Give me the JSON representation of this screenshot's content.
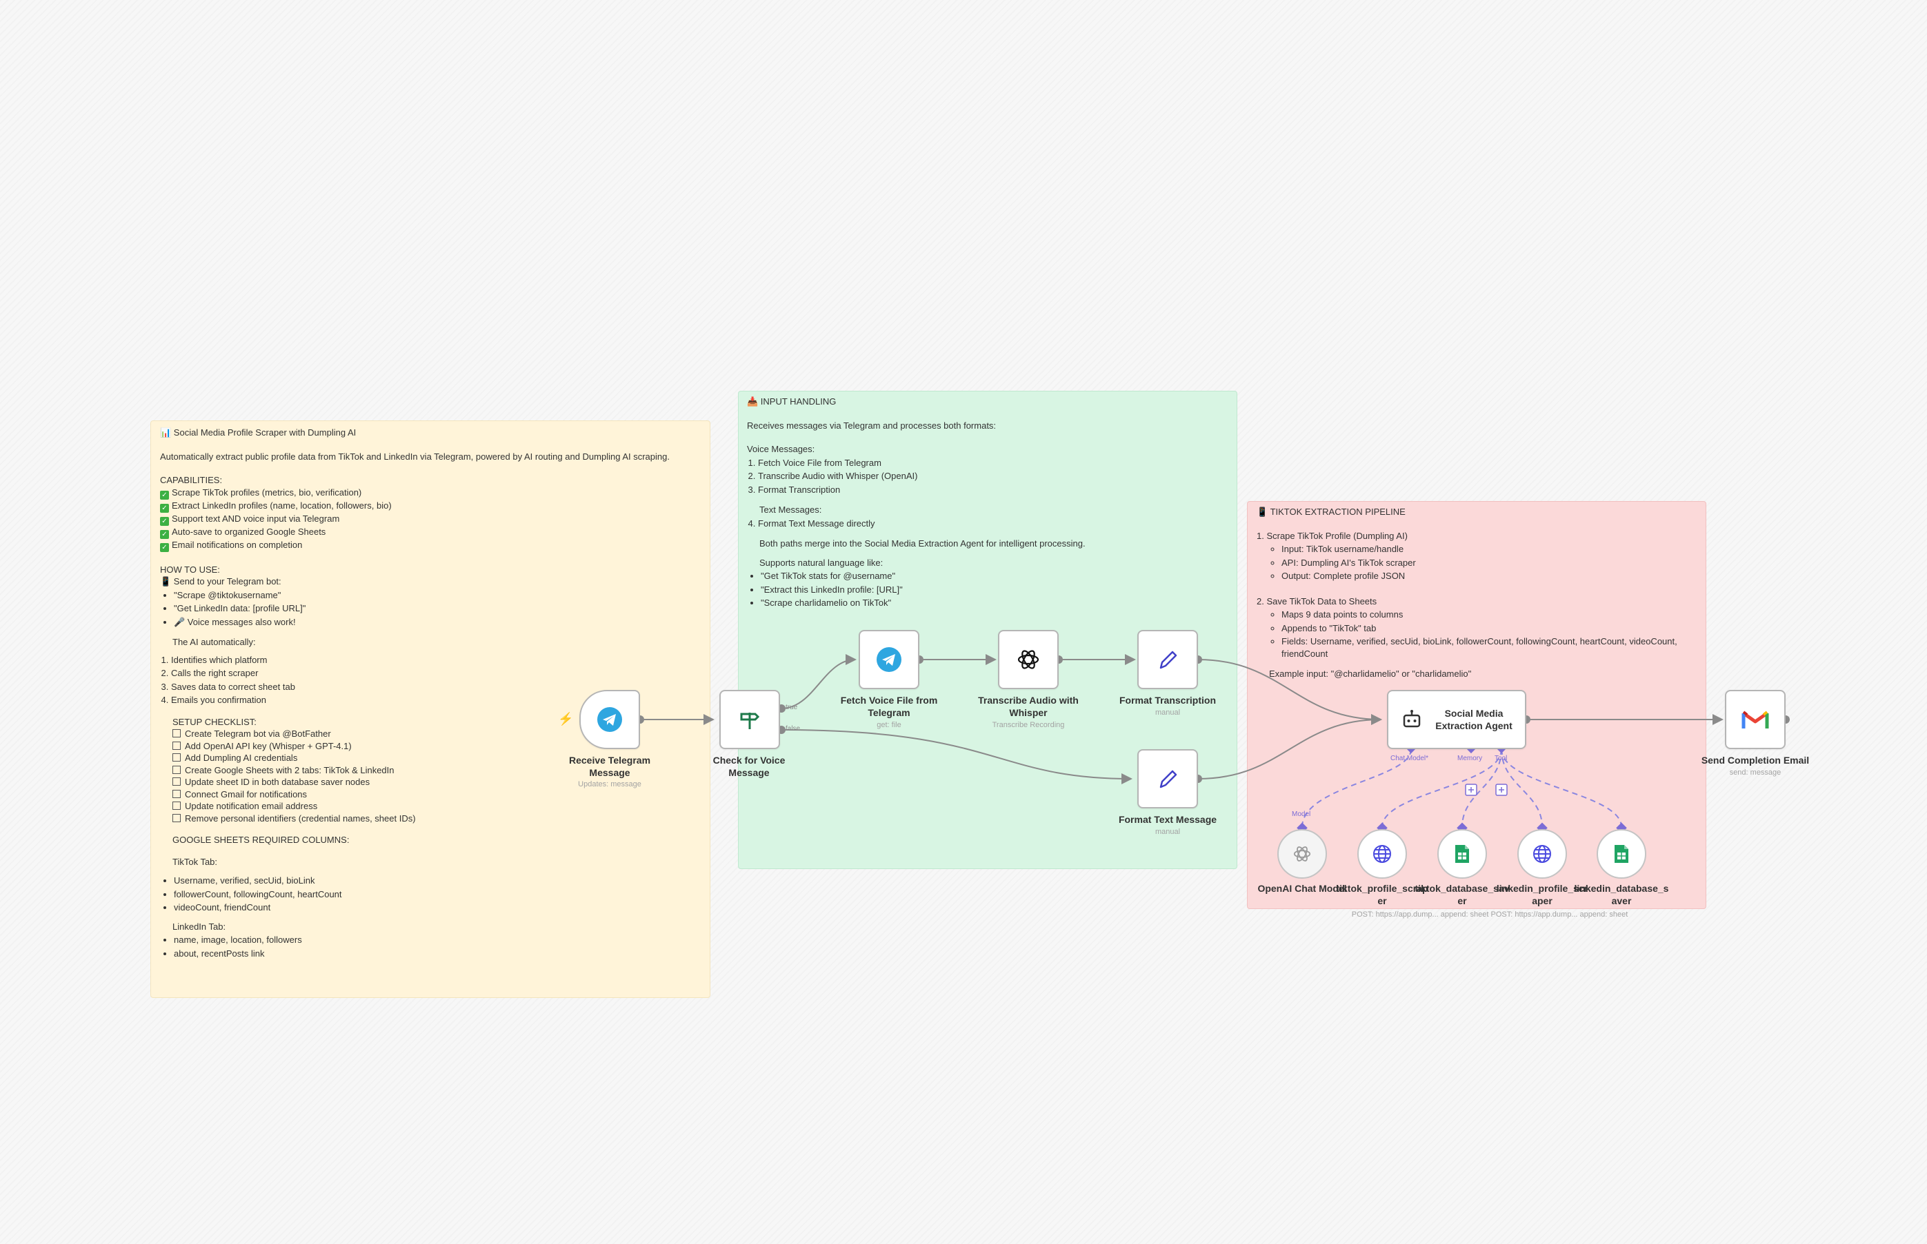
{
  "notes": {
    "overview": {
      "title": "📊 Social Media Profile Scraper with Dumpling AI",
      "intro": "Automatically extract public profile data from TikTok and LinkedIn via Telegram, powered by AI routing and Dumpling AI scraping.",
      "capabilities_heading": "CAPABILITIES:",
      "capabilities": [
        "Scrape TikTok profiles (metrics, bio, verification)",
        "Extract LinkedIn profiles (name, location, followers, bio)",
        "Support text AND voice input via Telegram",
        "Auto-save to organized Google Sheets",
        "Email notifications on completion"
      ],
      "howto_heading": "HOW TO USE:",
      "howto_line": "📱 Send to your Telegram bot:",
      "howto_examples": [
        "\"Scrape @tiktokusername\"",
        "\"Get LinkedIn data: [profile URL]\"",
        "🎤 Voice messages also work!"
      ],
      "ai_heading": "The AI automatically:",
      "ai_steps": [
        "Identifies which platform",
        "Calls the right scraper",
        "Saves data to correct sheet tab",
        "Emails you confirmation"
      ],
      "setup_heading": "SETUP CHECKLIST:",
      "setup_items": [
        "Create Telegram bot via @BotFather",
        "Add OpenAI API key (Whisper + GPT-4.1)",
        "Add Dumpling AI credentials",
        "Create Google Sheets with 2 tabs: TikTok & LinkedIn",
        "Update sheet ID in both database saver nodes",
        "Connect Gmail for notifications",
        "Update notification email address",
        "Remove personal identifiers (credential names, sheet IDs)"
      ],
      "columns_heading": "GOOGLE SHEETS REQUIRED COLUMNS:",
      "tiktok_tab": "TikTok Tab:",
      "tiktok_cols": [
        "Username, verified, secUid, bioLink",
        "followerCount, followingCount, heartCount",
        "videoCount, friendCount"
      ],
      "linkedin_tab": "LinkedIn Tab:",
      "linkedin_cols": [
        "name, image, location, followers",
        "about, recentPosts link"
      ]
    },
    "input": {
      "title": "📥 INPUT HANDLING",
      "intro": "Receives messages via Telegram and processes both formats:",
      "voice_heading": "Voice Messages:",
      "voice_steps": [
        "Fetch Voice File from Telegram",
        "Transcribe Audio with Whisper (OpenAI)",
        "Format Transcription"
      ],
      "text_heading": "Text Messages:",
      "text_step": "Format Text Message directly",
      "merge": "Both paths merge into the Social Media Extraction Agent for intelligent processing.",
      "nl_heading": "Supports natural language like:",
      "nl_examples": [
        "\"Get TikTok stats for @username\"",
        "\"Extract this LinkedIn profile: [URL]\"",
        "\"Scrape charlidamelio on TikTok\""
      ]
    },
    "tiktok": {
      "title": "📱 TIKTOK EXTRACTION PIPELINE",
      "step1": "1. Scrape TikTok Profile (Dumpling AI)",
      "step1_items": [
        "Input: TikTok username/handle",
        "API: Dumpling AI's TikTok scraper",
        "Output: Complete profile JSON"
      ],
      "step2": "2. Save TikTok Data to Sheets",
      "step2_items": [
        "Maps 9 data points to columns",
        "Appends to \"TikTok\" tab",
        "Fields: Username, verified, secUid, bioLink, followerCount, followingCount, heartCount, videoCount, friendCount"
      ],
      "example": "Example input: \"@charlidamelio\" or \"charlidamelio\""
    }
  },
  "nodes": {
    "receive": {
      "label": "Receive Telegram Message",
      "sub": "Updates: message"
    },
    "check": {
      "label": "Check for Voice Message",
      "true_port": "true",
      "false_port": "false"
    },
    "fetch": {
      "label": "Fetch Voice File from Telegram",
      "sub": "get: file"
    },
    "transcribe": {
      "label": "Transcribe Audio with Whisper",
      "sub": "Transcribe Recording"
    },
    "format_trans": {
      "label": "Format Transcription",
      "sub": "manual"
    },
    "format_text": {
      "label": "Format Text Message",
      "sub": "manual"
    },
    "agent": {
      "label": "Social Media Extraction Agent",
      "port_model": "Chat Model*",
      "port_memory": "Memory",
      "port_tool": "Tool"
    },
    "openai_model": {
      "label": "OpenAI Chat Model",
      "port": "Model"
    },
    "tiktok_scraper": {
      "label": "tiktok_profile_scraper"
    },
    "tiktok_saver": {
      "label": "tiktok_database_saver"
    },
    "linkedin_scraper": {
      "label": "linkedin_profile_scraper"
    },
    "linkedin_saver": {
      "label": "linkedin_database_saver"
    },
    "email": {
      "label": "Send Completion Email",
      "sub": "send: message"
    }
  },
  "footer_sub": "POST: https://app.dump... append: sheet POST: https://app.dump... append: sheet",
  "colors": {
    "telegram": "#2ea6e0",
    "route": "#1d7a4a",
    "edit": "#4040c8",
    "sheets": "#1fa463",
    "trigger": "#f05a28"
  }
}
